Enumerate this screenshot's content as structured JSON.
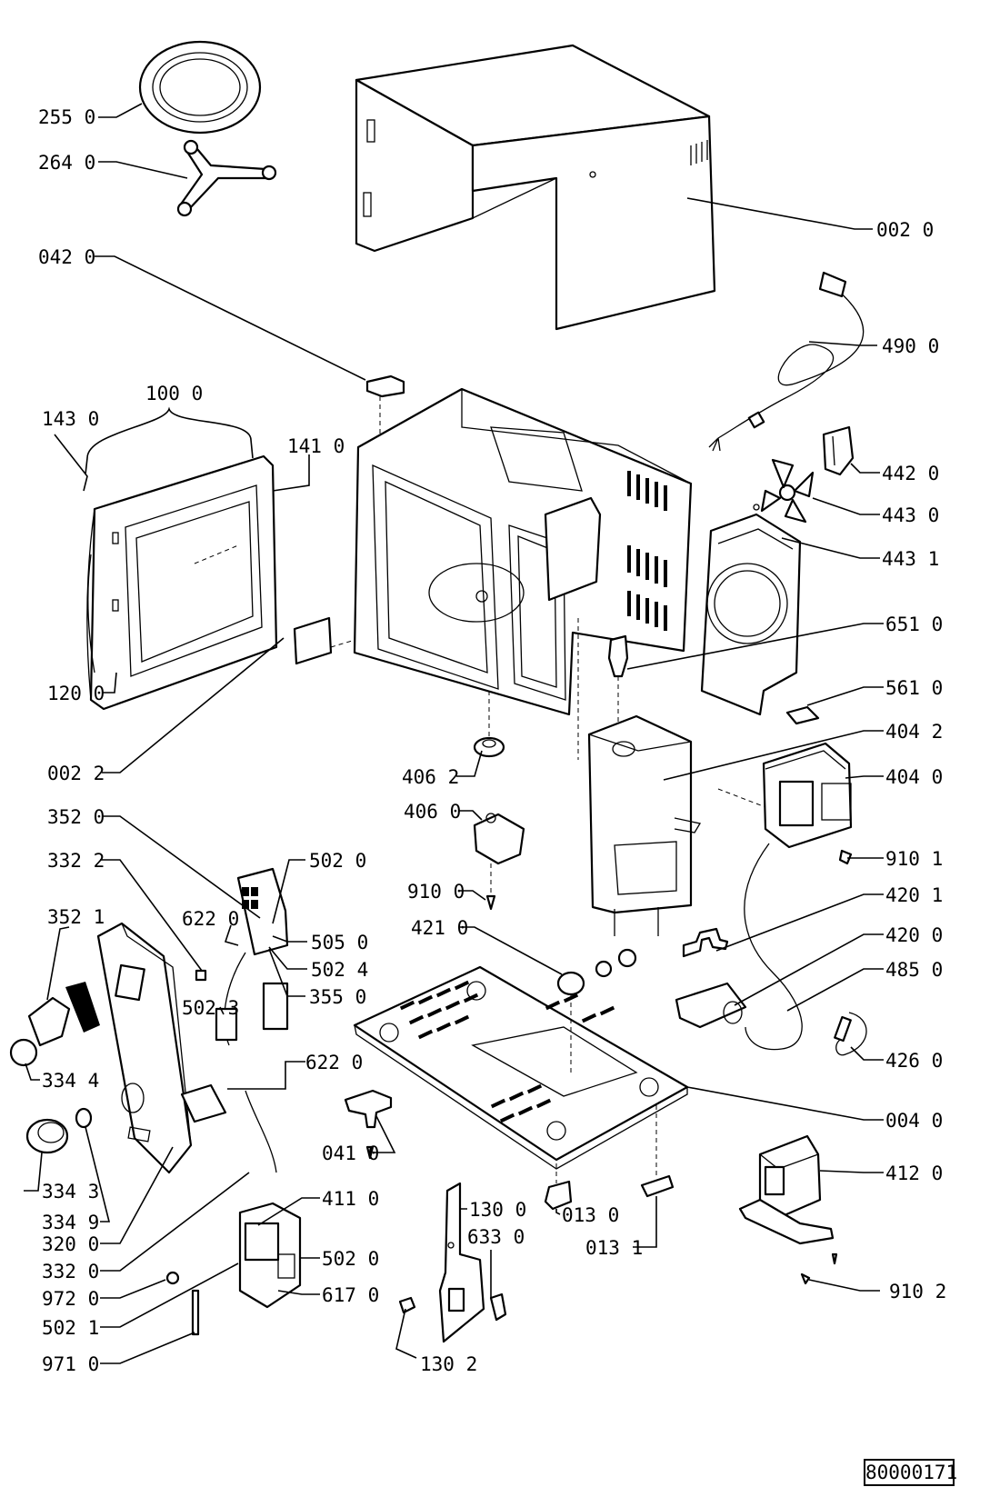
{
  "labels": {
    "l255_0": "255 0",
    "l264_0": "264 0",
    "l002_0": "002 0",
    "l042_0": "042 0",
    "l490_0": "490 0",
    "l100_0": "100 0",
    "l143_0": "143 0",
    "l141_0": "141 0",
    "l442_0": "442 0",
    "l443_0": "443 0",
    "l443_1": "443 1",
    "l651_0": "651 0",
    "l120_0": "120 0",
    "l561_0": "561 0",
    "l404_2": "404 2",
    "l002_2": "002 2",
    "l406_2": "406 2",
    "l404_0": "404 0",
    "l406_0": "406 0",
    "l352_0": "352 0",
    "l910_1": "910 1",
    "l332_2": "332 2",
    "l502_0a": "502 0",
    "l910_0": "910 0",
    "l420_1": "420 1",
    "l352_1": "352 1",
    "l622_0a": "622 0",
    "l505_0": "505 0",
    "l421_0": "421 0",
    "l420_0": "420 0",
    "l502_4": "502 4",
    "l485_0": "485 0",
    "l355_0": "355 0",
    "l502_3": "502 3",
    "l426_0": "426 0",
    "l334_4": "334 4",
    "l622_0b": "622 0",
    "l004_0": "004 0",
    "l041_0": "041 0",
    "l412_0": "412 0",
    "l334_3": "334 3",
    "l130_0": "130 0",
    "l334_9": "334 9",
    "l013_0": "013 0",
    "l633_0": "633 0",
    "l320_0": "320 0",
    "l411_0": "411 0",
    "l013_1": "013 1",
    "l332_0": "332 0",
    "l502_0b": "502 0",
    "l972_0": "972 0",
    "l910_2": "910 2",
    "l502_1": "502 1",
    "l617_0": "617 0",
    "l971_0": "971 0",
    "l130_2": "130 2"
  },
  "drawing_code": "80000171"
}
